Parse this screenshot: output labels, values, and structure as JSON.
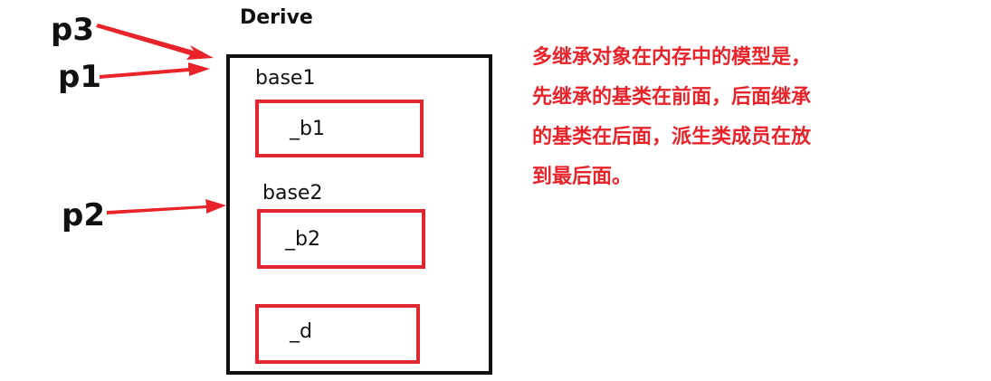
{
  "diagram": {
    "class_title": "Derive",
    "pointers": [
      {
        "label": "p3"
      },
      {
        "label": "p1"
      },
      {
        "label": "p2"
      }
    ],
    "sections": [
      {
        "title": "base1",
        "member": "_b1"
      },
      {
        "title": "base2",
        "member": "_b2"
      },
      {
        "title": "",
        "member": "_d"
      }
    ],
    "note_lines": [
      "多继承对象在内存中的模型是，",
      "先继承的基类在前面，后面继承",
      "的基类在后面，派生类成员在放",
      "到最后面。"
    ],
    "colors": {
      "arrow": "#e8232a",
      "member_border": "#e0262e",
      "note_text": "#e8232a",
      "outline": "#111111"
    }
  }
}
